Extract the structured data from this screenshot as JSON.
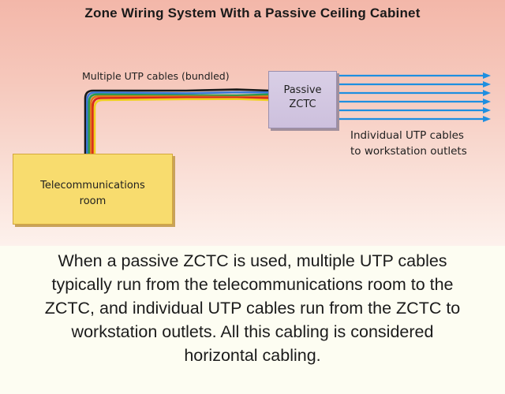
{
  "diagram": {
    "title": "Zone Wiring System With a Passive Ceiling Cabinet",
    "bundle_label": "Multiple UTP cables (bundled)",
    "zctc_label_line1": "Passive",
    "zctc_label_line2": "ZCTC",
    "outlets_label_line1": "Individual UTP cables",
    "outlets_label_line2": "to workstation outlets",
    "tr_label_line1": "Telecommunications",
    "tr_label_line2": "room",
    "colors": {
      "panel_top": "#f3b7a9",
      "zctc_fill": "#d2c6e0",
      "tr_fill": "#f8dc6e",
      "arrow_blue": "#1f8fe0",
      "cable_colors": [
        "#1a1a1a",
        "#3a78d8",
        "#2a9a4a",
        "#e07a1a",
        "#d8281e",
        "#f0d020"
      ]
    }
  },
  "caption": {
    "line1": "When a passive ZCTC is used, multiple UTP cables",
    "line2": "typically run from the telecommunications room to the",
    "line3": "ZCTC, and individual UTP cables run from the ZCTC to",
    "line4": "workstation outlets. All this cabling is considered",
    "line5": "horizontal cabling."
  }
}
